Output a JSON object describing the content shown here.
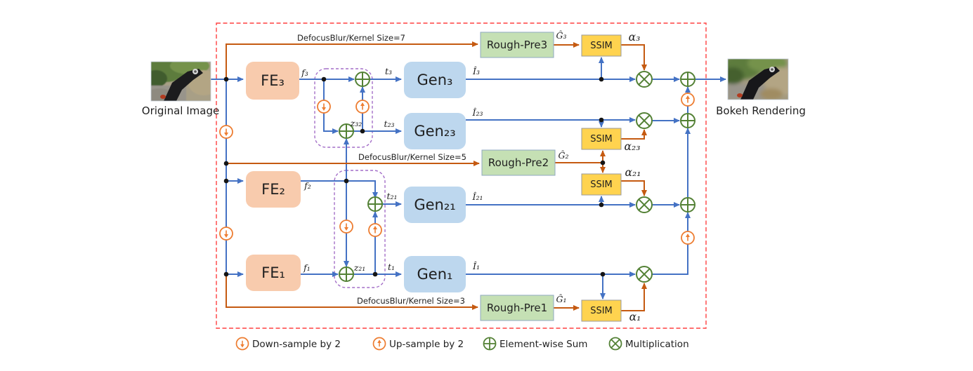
{
  "labels": {
    "original_image": "Original Image",
    "bokeh_rendering": "Bokeh Rendering",
    "defocus7": "DefocusBlur/Kernel Size=7",
    "defocus5": "DefocusBlur/Kernel Size=5",
    "defocus3": "DefocusBlur/Kernel Size=3"
  },
  "blocks": {
    "fe3": "FE₃",
    "fe2": "FE₂",
    "fe1": "FE₁",
    "gen3": "Gen₃",
    "gen23": "Gen₂₃",
    "gen21": "Gen₂₁",
    "gen1": "Gen₁",
    "rough_pre3": "Rough-Pre3",
    "rough_pre2": "Rough-Pre2",
    "rough_pre1": "Rough-Pre1",
    "ssim": "SSIM"
  },
  "signals": {
    "f3": "f₃",
    "f2": "f₂",
    "f1": "f₁",
    "t3": "t₃",
    "t23": "t₂₃",
    "t21": "t₂₁",
    "t1": "t₁",
    "z32": "z₃₂",
    "z21": "z₂₁",
    "i3": "Î₃",
    "i23": "Î₂₃",
    "i21": "Î₂₁",
    "i1": "Î₁",
    "g3": "Ĝ₃",
    "g2": "Ĝ₂",
    "g1": "Ĝ₁",
    "a3": "α₃",
    "a23": "α₂₃",
    "a21": "α₂₁",
    "a1": "α₁"
  },
  "legend": {
    "down": "Down-sample by 2",
    "up": "Up-sample by 2",
    "sum": "Element-wise Sum",
    "mult": "Multiplication"
  },
  "colors": {
    "fe_fill": "#F8CBAD",
    "gen_fill": "#BDD7EE",
    "rough_fill": "#C5E0B4",
    "ssim_fill": "#FFD34F",
    "blue_line": "#4472C4",
    "orange_line": "#C55A11",
    "sample_orange": "#ED7D31",
    "symbol_green": "#538135",
    "boundary_red": "#FF4040",
    "inner_purple": "#A46FC8"
  }
}
